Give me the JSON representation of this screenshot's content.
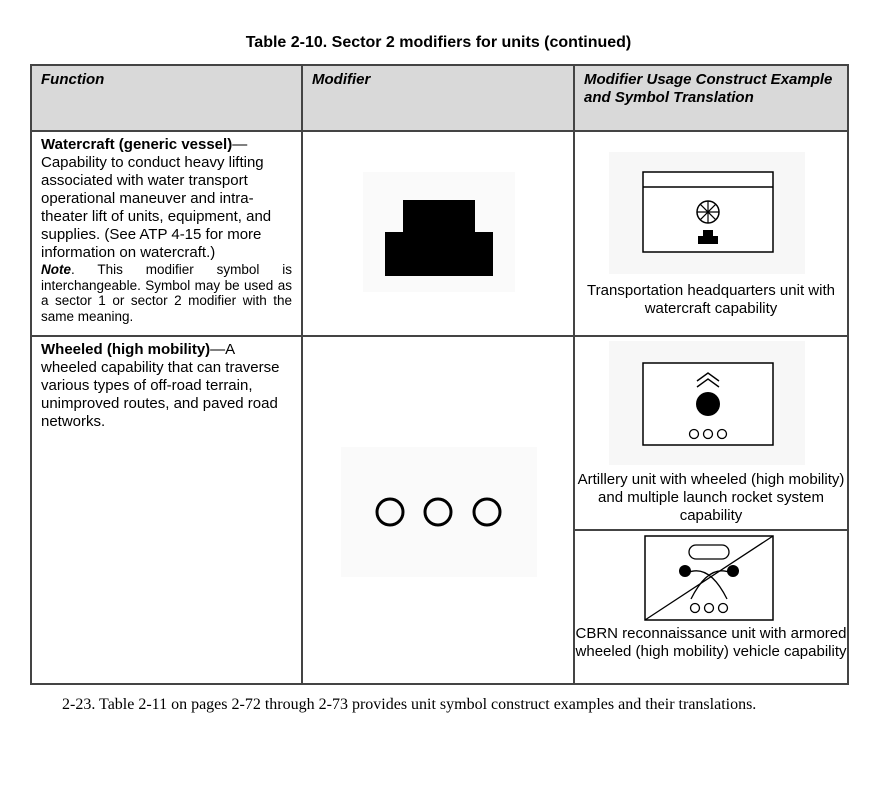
{
  "title": "Table 2-10. Sector 2 modifiers for units (continued)",
  "headers": {
    "function": "Function",
    "modifier": "Modifier",
    "usage": "Modifier Usage Construct Example and Symbol Translation"
  },
  "rows": [
    {
      "function_title": "Watercraft (generic vessel)",
      "function_dash": "—",
      "function_desc": "Capability to conduct heavy lifting associated with water transport operational maneuver and intra-theater lift of units, equipment, and supplies. (See ATP 4-15 for more information on watercraft.)",
      "note_label": "Note",
      "note_text": ". This modifier symbol is interchangeable. Symbol may be used as a sector 1 or sector 2 modifier with the same meaning.",
      "modifier_icon": "watercraft-symbol",
      "examples": [
        {
          "caption": "Transportation headquarters unit with watercraft capability",
          "icon": "transportation-hq-watercraft-symbol"
        }
      ]
    },
    {
      "function_title": "Wheeled (high mobility)",
      "function_dash": "—A",
      "function_desc": "wheeled capability that can traverse various types of off-road terrain, unimproved routes, and paved road networks.",
      "modifier_icon": "wheeled-high-mobility-symbol",
      "examples": [
        {
          "caption": "Artillery unit with wheeled (high mobility) and multiple launch rocket system capability",
          "icon": "artillery-mlrs-wheeled-symbol"
        },
        {
          "caption": "CBRN reconnaissance unit with armored wheeled (high mobility) vehicle capability",
          "icon": "cbrn-recon-armored-wheeled-symbol"
        }
      ]
    }
  ],
  "footer": "2-23.  Table 2-11 on pages 2-72 through 2-73 provides unit symbol construct examples and their translations."
}
